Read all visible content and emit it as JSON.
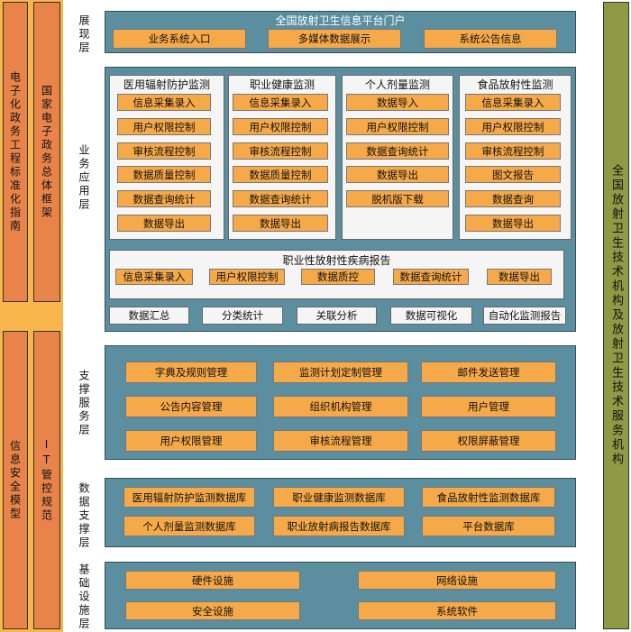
{
  "left_column_1": {
    "top": "电子化政务工程标准化指南",
    "bottom": "信息安全模型"
  },
  "left_column_2": {
    "top": "国家电子政务总体框架",
    "bottom": "IT管控规范"
  },
  "right_column": "全国放射卫生技术机构及放射卫生技术服务机构",
  "layer_labels": {
    "presentation": "展现层",
    "business": "业务应用层",
    "support": "支撑服务层",
    "data": "数据支撑层",
    "infrastructure": "基础设施层"
  },
  "presentation": {
    "title": "全国放射卫生信息平台门户",
    "items": [
      "业务系统入口",
      "多媒体数据展示",
      "系统公告信息"
    ]
  },
  "business": {
    "modules": [
      {
        "title": "医用辐射防护监测",
        "items": [
          "信息采集录入",
          "用户权限控制",
          "审核流程控制",
          "数据质量控制",
          "数据查询统计",
          "数据导出"
        ]
      },
      {
        "title": "职业健康监测",
        "items": [
          "信息采集录入",
          "用户权限控制",
          "审核流程控制",
          "数据质量控制",
          "数据查询统计",
          "数据导出"
        ]
      },
      {
        "title": "个人剂量监测",
        "items": [
          "数据导入",
          "用户权限控制",
          "数据查询统计",
          "数据导出",
          "脱机版下载"
        ]
      },
      {
        "title": "食品放射性监测",
        "items": [
          "信息采集录入",
          "用户权限控制",
          "审核流程控制",
          "图文报告",
          "数据查询",
          "数据导出"
        ]
      }
    ],
    "occupational": {
      "title": "职业性放射性疾病报告",
      "items": [
        "信息采集录入",
        "用户权限控制",
        "数据质控",
        "数据查询统计",
        "数据导出"
      ]
    },
    "analysis": [
      "数据汇总",
      "分类统计",
      "关联分析",
      "数据可视化",
      "自动化监测报告"
    ]
  },
  "support": {
    "items": [
      "字典及规则管理",
      "监测计划定制管理",
      "邮件发送管理",
      "公告内容管理",
      "组织机构管理",
      "用户管理",
      "用户权限管理",
      "审核流程管理",
      "权限屏蔽管理"
    ]
  },
  "data_layer": {
    "items": [
      "医用辐射防护监测数据库",
      "职业健康监测数据库",
      "食品放射性监测数据库",
      "个人剂量监测数据库",
      "职业放射病报告数据库",
      "平台数据库"
    ]
  },
  "infrastructure": {
    "items": [
      "硬件设施",
      "网络设施",
      "安全设施",
      "系统软件"
    ]
  },
  "colors": {
    "teal": "#5b8fa0",
    "orange_box": "#f6a948",
    "left_orange": "#e8834a",
    "right_green": "#8f9a45"
  }
}
